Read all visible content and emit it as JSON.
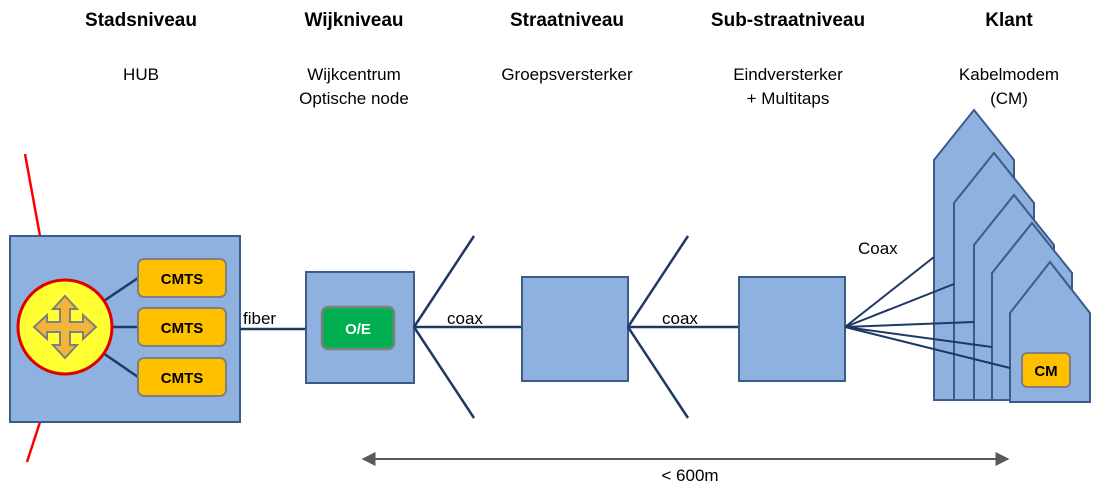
{
  "levels": [
    {
      "title": "Stadsniveau",
      "desc": [
        "HUB"
      ]
    },
    {
      "title": "Wijkniveau",
      "desc": [
        "Wijkcentrum",
        "Optische node"
      ]
    },
    {
      "title": "Straatniveau",
      "desc": [
        "Groepsversterker"
      ]
    },
    {
      "title": "Sub-straatniveau",
      "desc": [
        "Eindversterker",
        "+ Multitaps"
      ]
    },
    {
      "title": "Klant",
      "desc": [
        "Kabelmodem",
        "(CM)"
      ]
    }
  ],
  "hub": {
    "cmts_labels": [
      "CMTS",
      "CMTS",
      "CMTS"
    ]
  },
  "node": {
    "oe_label": "O/E"
  },
  "links": {
    "fiber": "fiber",
    "coax_1": "coax",
    "coax_2": "coax",
    "coax_customer": "Coax"
  },
  "customer": {
    "cm_label": "CM"
  },
  "distance": {
    "label": "< 600m"
  },
  "colors": {
    "box_fill": "#8fb1e0",
    "box_stroke": "#3b5c8a",
    "line": "#1f3864",
    "cmts_fill": "#ffc000",
    "oe_fill": "#00b050",
    "router_fill": "#ffff33",
    "router_ring": "#e00000",
    "red_line": "#ff0000",
    "arrow_grey": "#595959"
  }
}
